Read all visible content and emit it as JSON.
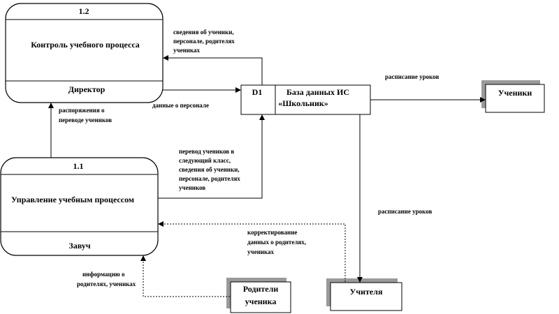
{
  "process_1_2": {
    "number": "1.2",
    "title": "Контроль учебного процесса",
    "actor": "Директор"
  },
  "process_1_1": {
    "number": "1.1",
    "title": "Управление учебным процессом",
    "actor": "Завуч"
  },
  "datastore": {
    "id": "D1",
    "line1": "База данных ИС",
    "line2": "«Школьник»"
  },
  "entities": {
    "students": "Ученики",
    "teachers": "Учителя",
    "parents_line1": "Родители",
    "parents_line2": "ученика"
  },
  "flows": {
    "db_to_control": [
      "сведения  об ученики,",
      "персонале, родителях",
      "учениках"
    ],
    "control_to_db": "данные  о персонале",
    "mgmt_to_control": [
      "распоряжения о",
      "переводе учеников"
    ],
    "mgmt_to_db": [
      "перевод учеников в",
      "следующий класс,",
      "сведения  об ученики,",
      "персонале, родителях",
      "учеников"
    ],
    "db_to_students": "расписание уроков",
    "db_to_teachers": "расписание уроков",
    "teachers_to_mgmt": [
      "корректирование",
      "данных  о родителях,",
      "учениках"
    ],
    "parents_to_mgmt": [
      "информацию о",
      "родителях,  учениках"
    ]
  }
}
